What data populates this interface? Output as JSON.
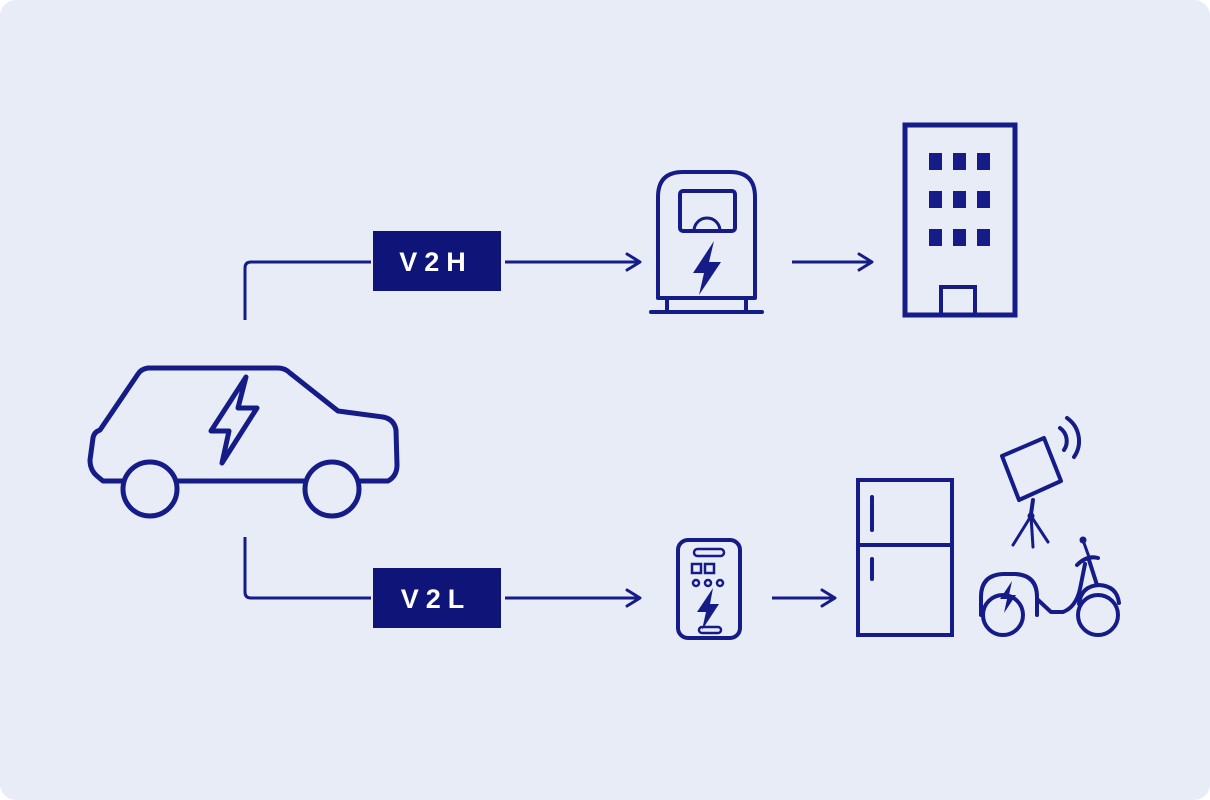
{
  "colors": {
    "background": "#e8ecf7",
    "line": "#151c87",
    "label_background": "#0e1478",
    "label_text": "#ffffff",
    "page": "#ffffff"
  },
  "flows": [
    {
      "label": "V2H",
      "from": "electric-vehicle",
      "via": "ev-charging-station",
      "to": [
        "building"
      ]
    },
    {
      "label": "V2L",
      "from": "electric-vehicle",
      "via": "portable-power-station",
      "to": [
        "refrigerator",
        "work-light",
        "electric-scooter"
      ]
    }
  ],
  "icons": {
    "electric-vehicle": "car outline with lightning bolt inside",
    "lightning-bolt": "zigzag electricity symbol",
    "ev-charging-station": "charger kiosk with display screen, gauge dial and bolt",
    "building": "office building with 3x3 window grid and door",
    "portable-power-station": "handheld power bank with vents, buttons, dots and bolt",
    "refrigerator": "two-door fridge with divider and handles",
    "work-light": "softbox light on tripod emitting signal waves",
    "electric-scooter": "scooter with lightning bolt on rear body, mirror on handlebar"
  }
}
